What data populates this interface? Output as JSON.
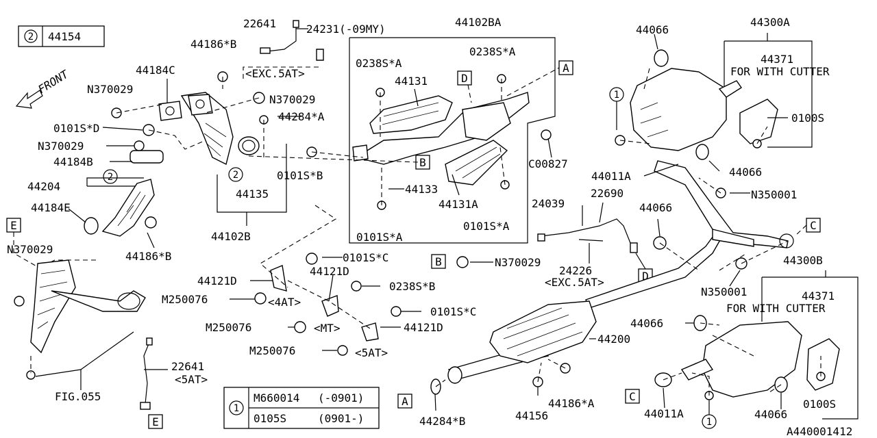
{
  "callout_legend_2": {
    "number": "2",
    "part": "44154"
  },
  "front_label": "FRONT",
  "labels": {
    "p22641_top": "22641",
    "p24231": "24231(-09MY)",
    "p44102BA": "44102BA",
    "p44066_top": "44066",
    "p44300A": "44300A",
    "p44186B_top": "44186*B",
    "exc5at_top": "<EXC.5AT>",
    "p0238SA_left": "0238S*A",
    "p0238SA_right": "0238S*A",
    "p44371_top": "44371",
    "for_with_cutter_top": "FOR WITH CUTTER",
    "p44184C": "44184C",
    "p44131": "44131",
    "pN370029_a": "N370029",
    "pN370029_b": "N370029",
    "p0101SD": "0101S*D",
    "p44284A": "44284*A",
    "p0100S_top": "0100S",
    "pN370029_c": "N370029",
    "pC00827": "C00827",
    "p44184B": "44184B",
    "p0101SB": "0101S*B",
    "p44011A_top": "44011A",
    "p44066_mid": "44066",
    "p44204": "44204",
    "p44133": "44133",
    "p22690": "22690",
    "p24039": "24039",
    "p44135": "44135",
    "pN350001_top": "N350001",
    "p44131A": "44131A",
    "p44184E": "44184E",
    "p44066_mid2": "44066",
    "p44186B_mid": "44186*B",
    "p0101SA_left": "0101S*A",
    "p0101SA_right": "0101S*A",
    "pN370029_d": "N370029",
    "p44102B": "44102B",
    "p0101SC_a": "0101S*C",
    "pN370029_e": "N370029",
    "p24226": "24226",
    "exc5at_mid": "<EXC.5AT>",
    "p44300B": "44300B",
    "p44121D_a": "44121D",
    "p44121D_b": "44121D",
    "pN350001_bot": "N350001",
    "p44371_bot": "44371",
    "for_with_cutter_bot": "FOR WITH CUTTER",
    "pM250076_a": "M250076",
    "at4": "<4AT>",
    "p0238SB": "0238S*B",
    "p0101SC_b": "0101S*C",
    "p44066_bot": "44066",
    "pM250076_b": "M250076",
    "mt": "<MT>",
    "p44121D_c": "44121D",
    "p44200": "44200",
    "p22641_bot": "22641",
    "at5_a": "<5AT>",
    "pM250076_c": "M250076",
    "at5_b": "<5AT>",
    "fig055": "FIG.055",
    "p44186A": "44186*A",
    "p44156": "44156",
    "p44284B": "44284*B",
    "p44011A_bot": "44011A",
    "p44066_bot2": "44066",
    "p0100S_bot": "0100S",
    "diagram_id": "A440001412"
  },
  "refs": {
    "A": "A",
    "B": "B",
    "C": "C",
    "D": "D",
    "E": "E"
  },
  "callouts": {
    "one": "1",
    "two": "2"
  },
  "legend_1": {
    "number": "1",
    "rows": [
      {
        "part": "M660014",
        "range": "(-0901)"
      },
      {
        "part": "0105S",
        "range": "(0901-)"
      }
    ]
  }
}
